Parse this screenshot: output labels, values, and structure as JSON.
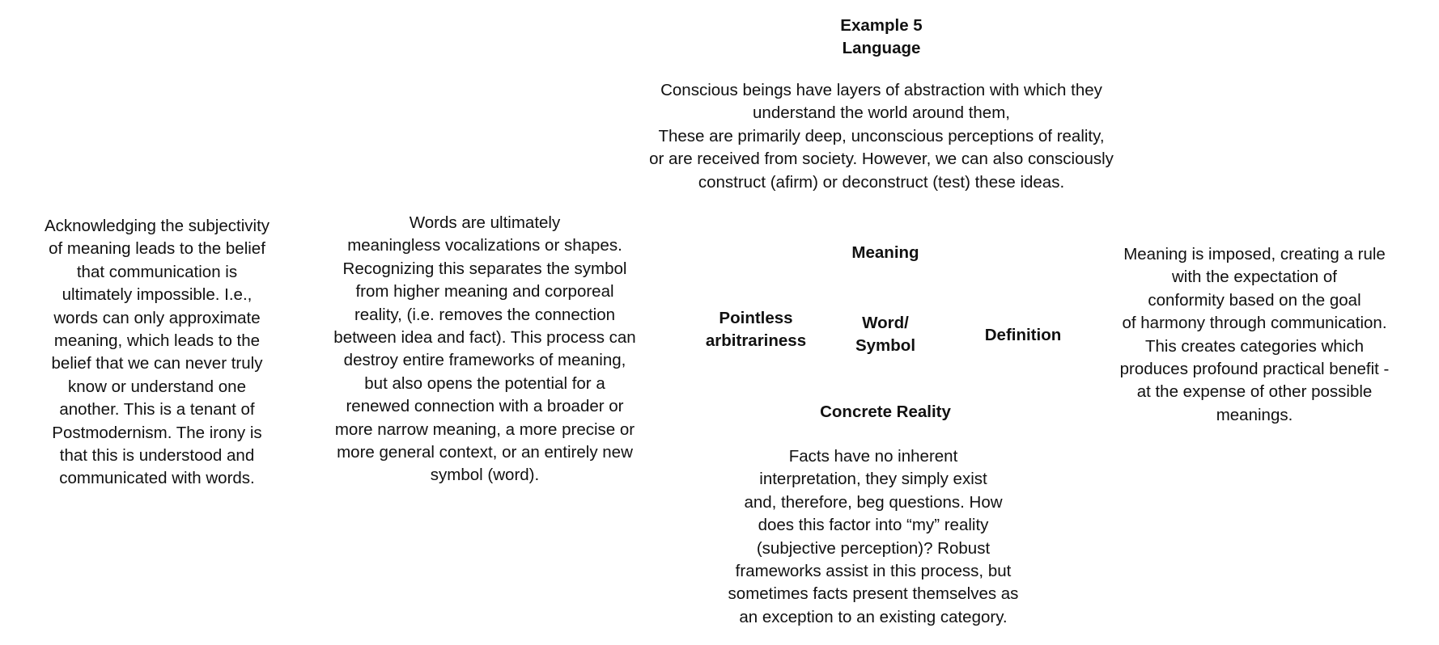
{
  "title": {
    "line1": "Example 5",
    "line2": "Language"
  },
  "intro_text": "Conscious beings have layers of abstraction with which they\nunderstand the world around them,\nThese are primarily deep, unconscious perceptions of reality,\nor are received from society. However, we can also consciously\nconstruct (afirm) or deconstruct (test) these ideas.",
  "diagram": {
    "top_label": "Meaning",
    "left_label": "Pointless\narbitrariness",
    "center_label": "Word/\nSymbol",
    "right_label": "Definition",
    "bottom_label": "Concrete Reality"
  },
  "left_text": "Acknowledging the subjectivity\nof meaning leads to the belief\nthat communication is\nultimately impossible. I.e.,\nwords can only approximate\nmeaning, which leads to the\nbelief that we can never truly\nknow or understand one\nanother. This is a tenant of\nPostmodernism. The irony is\nthat this is understood and\ncommunicated with words.",
  "mid_left_text": "Words are ultimately\nmeaningless vocalizations or shapes.\nRecognizing this separates the symbol\nfrom higher meaning and corporeal\nreality, (i.e. removes the connection\nbetween idea and fact). This process can\ndestroy entire frameworks of meaning,\nbut also opens the potential for a\nrenewed connection with a broader or\nmore narrow meaning, a more precise or\nmore general context, or an entirely new\nsymbol (word).",
  "right_text": "Meaning is imposed, creating a rule\nwith the expectation of\nconformity based on the goal\nof harmony through communication.\nThis creates categories which\nproduces profound practical benefit -\nat the expense of other possible\nmeanings.",
  "bottom_text": "Facts have no inherent\ninterpretation, they simply exist\nand, therefore, beg questions. How\ndoes this factor into “my” reality\n(subjective perception)? Robust\nframeworks assist in this process, but\nsometimes facts present themselves as\nan exception to an existing category."
}
